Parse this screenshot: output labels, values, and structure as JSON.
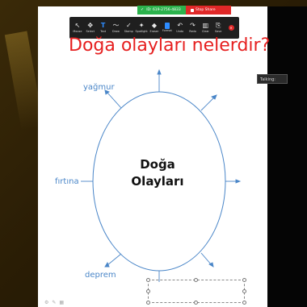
{
  "share_bar": {
    "meeting_id": "ID: 619-2756-4833",
    "stop_share_label": "Stop Share"
  },
  "toolbar": {
    "tools": [
      {
        "label": "Mouse",
        "icon": "cursor-arrow-icon"
      },
      {
        "label": "Select",
        "icon": "select-move-icon"
      },
      {
        "label": "Text",
        "icon": "text-icon"
      },
      {
        "label": "Draw",
        "icon": "draw-squiggle-icon"
      },
      {
        "label": "Stamp",
        "icon": "stamp-check-icon"
      },
      {
        "label": "Spotlight",
        "icon": "spotlight-icon"
      },
      {
        "label": "Eraser",
        "icon": "eraser-icon"
      },
      {
        "label": "Format",
        "icon": "format-color-icon"
      },
      {
        "label": "Undo",
        "icon": "undo-icon"
      },
      {
        "label": "Redo",
        "icon": "redo-icon"
      },
      {
        "label": "Clear",
        "icon": "trash-icon"
      },
      {
        "label": "Save",
        "icon": "save-icon"
      }
    ],
    "active_tool": "Text"
  },
  "whiteboard": {
    "title": "Doğa olayları nelerdir?",
    "center_line1": "Doğa",
    "center_line2": "Olayları",
    "words": {
      "top": "yağmur",
      "left": "fırtına",
      "bottom": "deprem"
    }
  },
  "side_panel": {
    "speaker_label": "Talking:"
  },
  "colors": {
    "title": "#e62020",
    "words": "#4a86c8",
    "circle": "#4a86c8",
    "stop_share": "#e02828",
    "meeting_bar": "#2bb24c",
    "toolbar_bg": "#1f1f1f",
    "frame": "#2a1d05"
  }
}
